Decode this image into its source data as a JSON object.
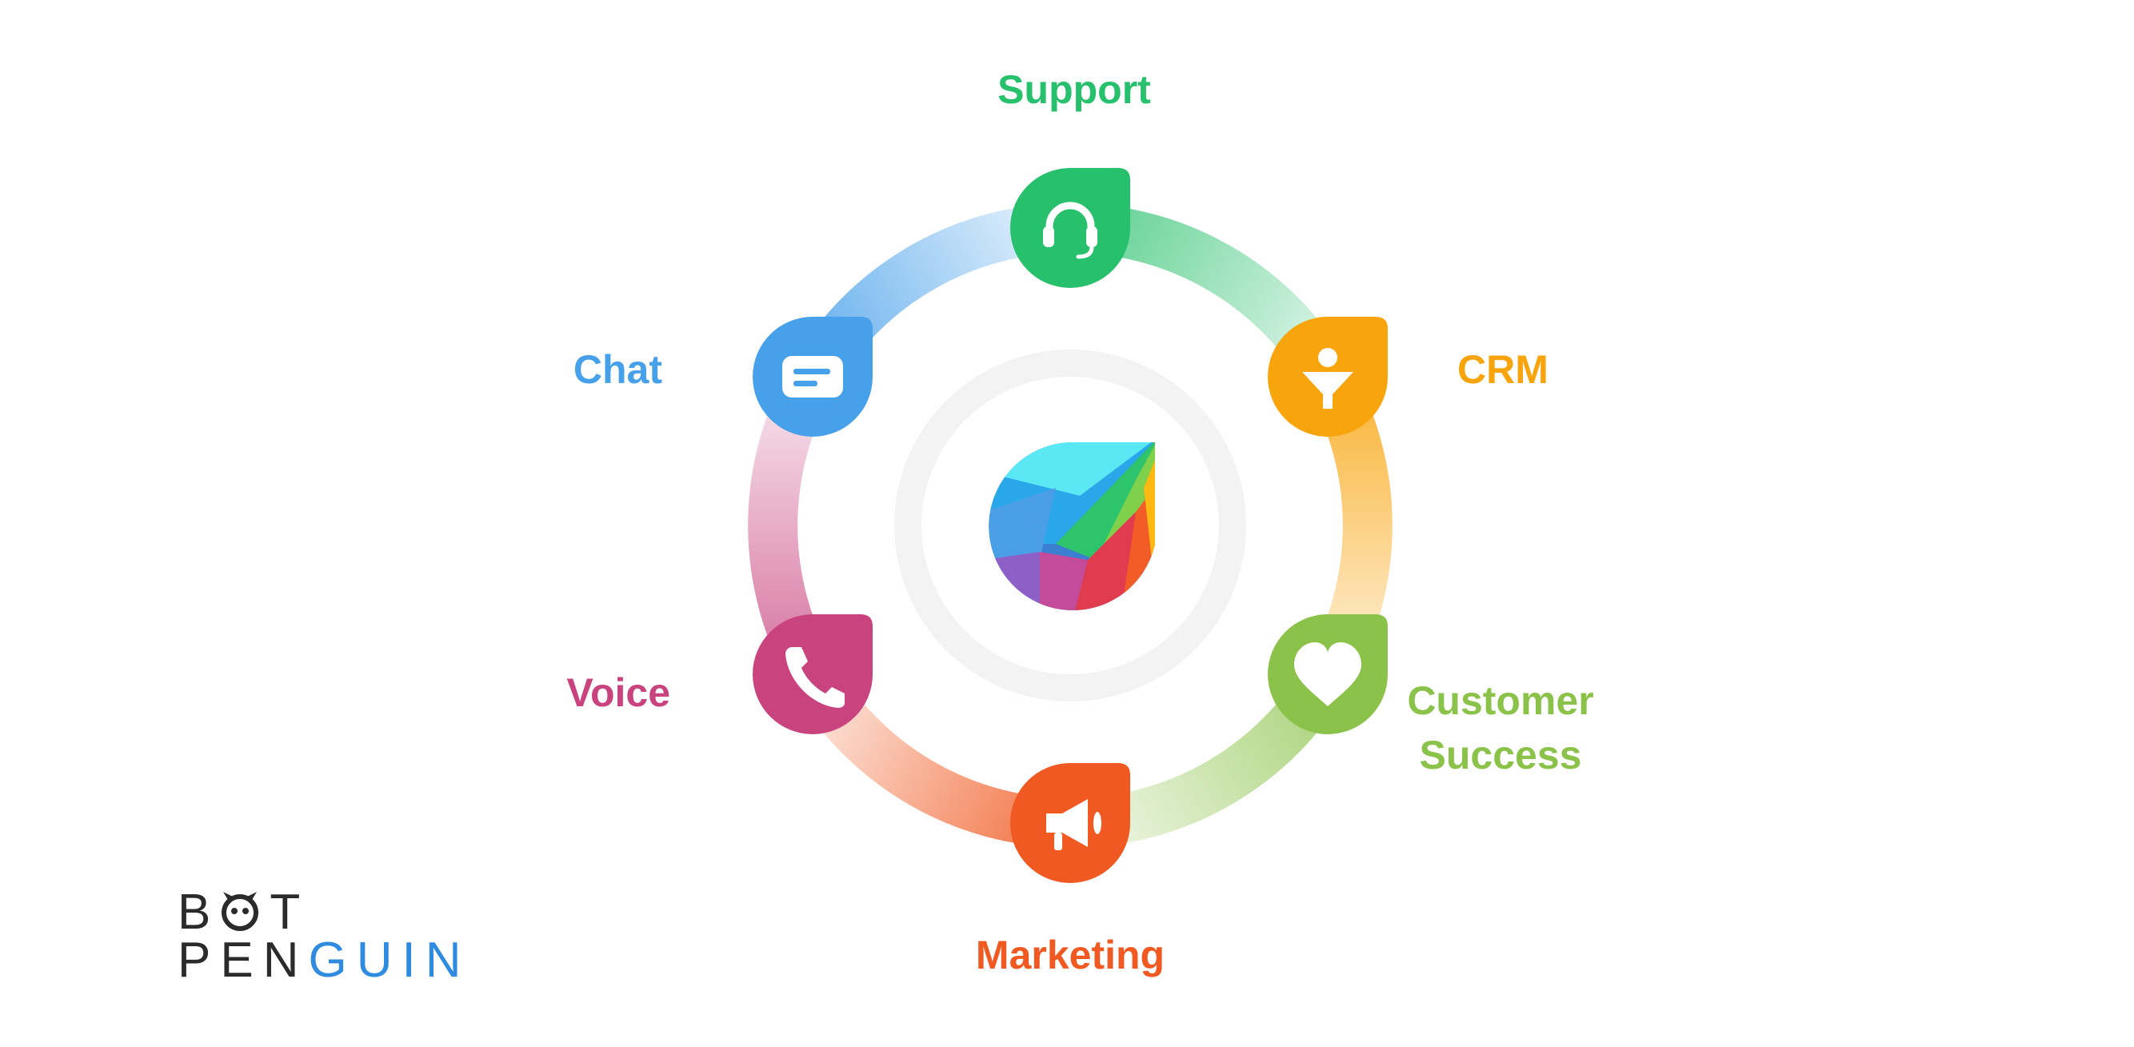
{
  "center": {
    "icon": "freshworks-logo-icon"
  },
  "nodes": [
    {
      "key": "support",
      "label": "Support",
      "color": "#27c06c",
      "icon": "headset-icon"
    },
    {
      "key": "crm",
      "label": "CRM",
      "color": "#f8a40c",
      "icon": "funnel-person-icon"
    },
    {
      "key": "customer_success",
      "label_line1": "Customer",
      "label_line2": "Success",
      "color": "#8bc34a",
      "icon": "heart-icon"
    },
    {
      "key": "marketing",
      "label": "Marketing",
      "color": "#f05a22",
      "icon": "megaphone-icon"
    },
    {
      "key": "voice",
      "label": "Voice",
      "color": "#c9437f",
      "icon": "phone-icon"
    },
    {
      "key": "chat",
      "label": "Chat",
      "color": "#47a0ea",
      "icon": "chat-bubble-icon"
    }
  ],
  "logo": {
    "line1": "BOT",
    "line1_prefix": "B",
    "line1_suffix": "T",
    "line2_dark": "PEN",
    "line2_blue": "GUIN"
  }
}
